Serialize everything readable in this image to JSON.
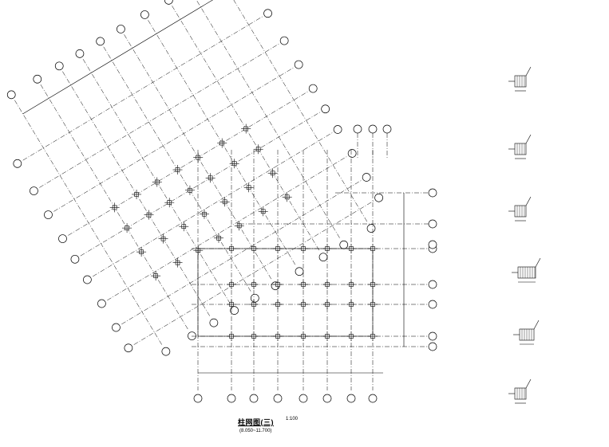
{
  "drawing": {
    "title": "柱网图(三)",
    "scale": "1:100",
    "subtitle": "(8.050~11.700)"
  }
}
